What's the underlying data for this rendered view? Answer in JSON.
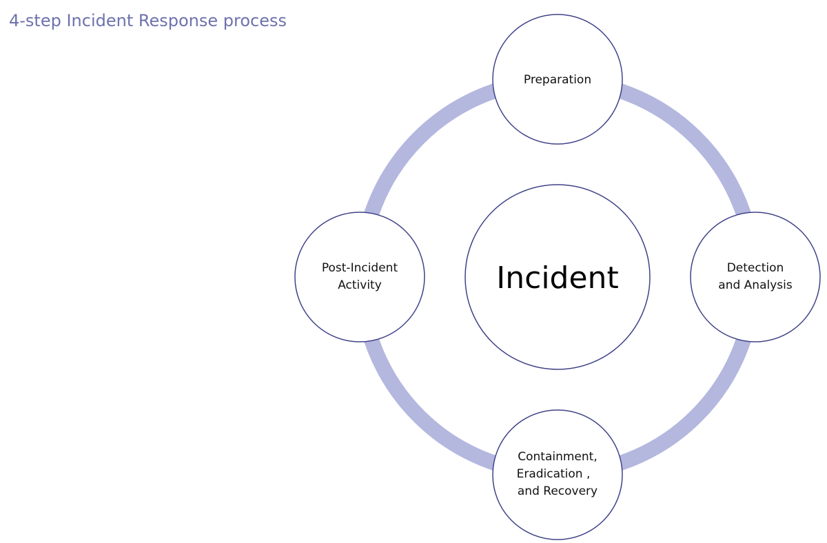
{
  "title": "4-step Incident Response process",
  "center": {
    "label": "Incident"
  },
  "steps": [
    {
      "lines": [
        "Preparation"
      ]
    },
    {
      "lines": [
        "Detection",
        "and Analysis"
      ]
    },
    {
      "lines": [
        "Containment,",
        "Eradication ,",
        "and Recovery"
      ]
    },
    {
      "lines": [
        "Post-Incident",
        "Activity"
      ]
    }
  ],
  "colors": {
    "title": "#6d72ad",
    "ring": "#b4b7de",
    "node_border": "#3e4287"
  }
}
